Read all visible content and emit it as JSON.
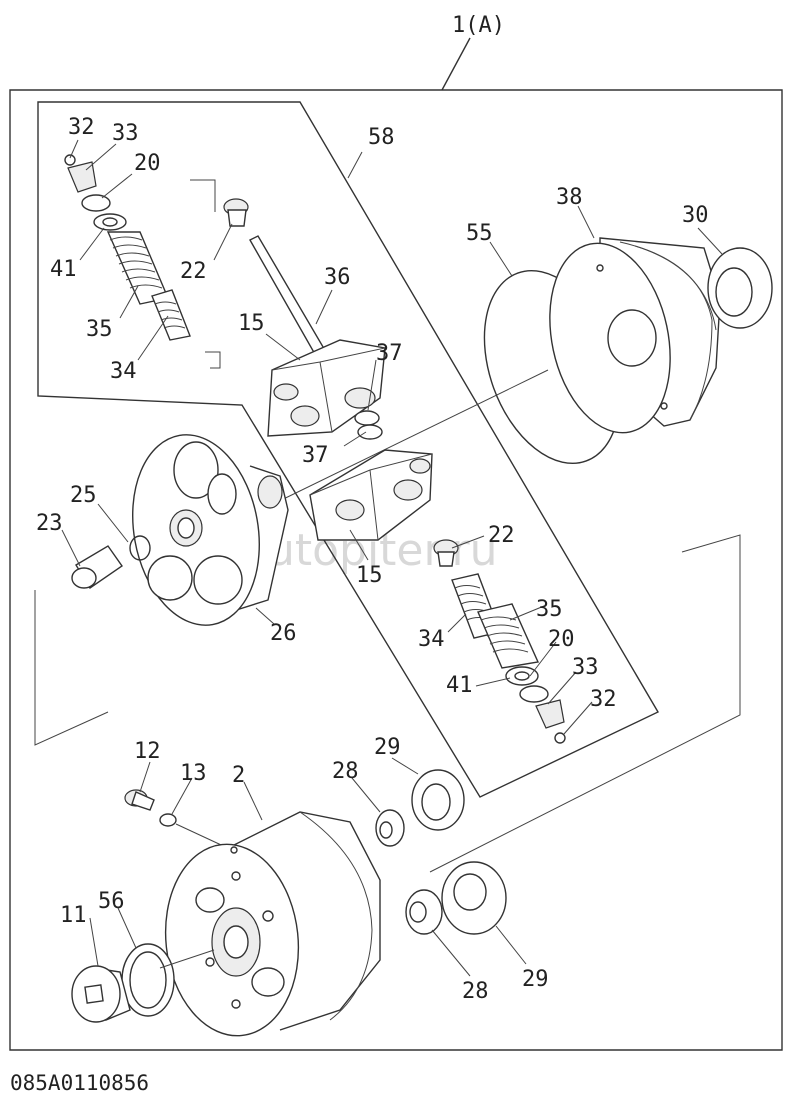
{
  "diagram": {
    "assembly_label": "1(A)",
    "drawing_code": "085A0110856",
    "watermark": "autopiter.ru",
    "callouts": {
      "p32a": "32",
      "p33a": "33",
      "p20a": "20",
      "p41a": "41",
      "p35a": "35",
      "p34a": "34",
      "p22a": "22",
      "p36": "36",
      "p15a": "15",
      "p37a": "37",
      "p37b": "37",
      "p58": "58",
      "p55": "55",
      "p38": "38",
      "p30": "30",
      "p25": "25",
      "p23": "23",
      "p26": "26",
      "p15b": "15",
      "p22b": "22",
      "p35b": "35",
      "p34b": "34",
      "p20b": "20",
      "p41b": "41",
      "p33b": "33",
      "p32b": "32",
      "p12": "12",
      "p13": "13",
      "p2": "2",
      "p29a": "29",
      "p28a": "28",
      "p11": "11",
      "p56": "56",
      "p28b": "28",
      "p29b": "29"
    }
  }
}
